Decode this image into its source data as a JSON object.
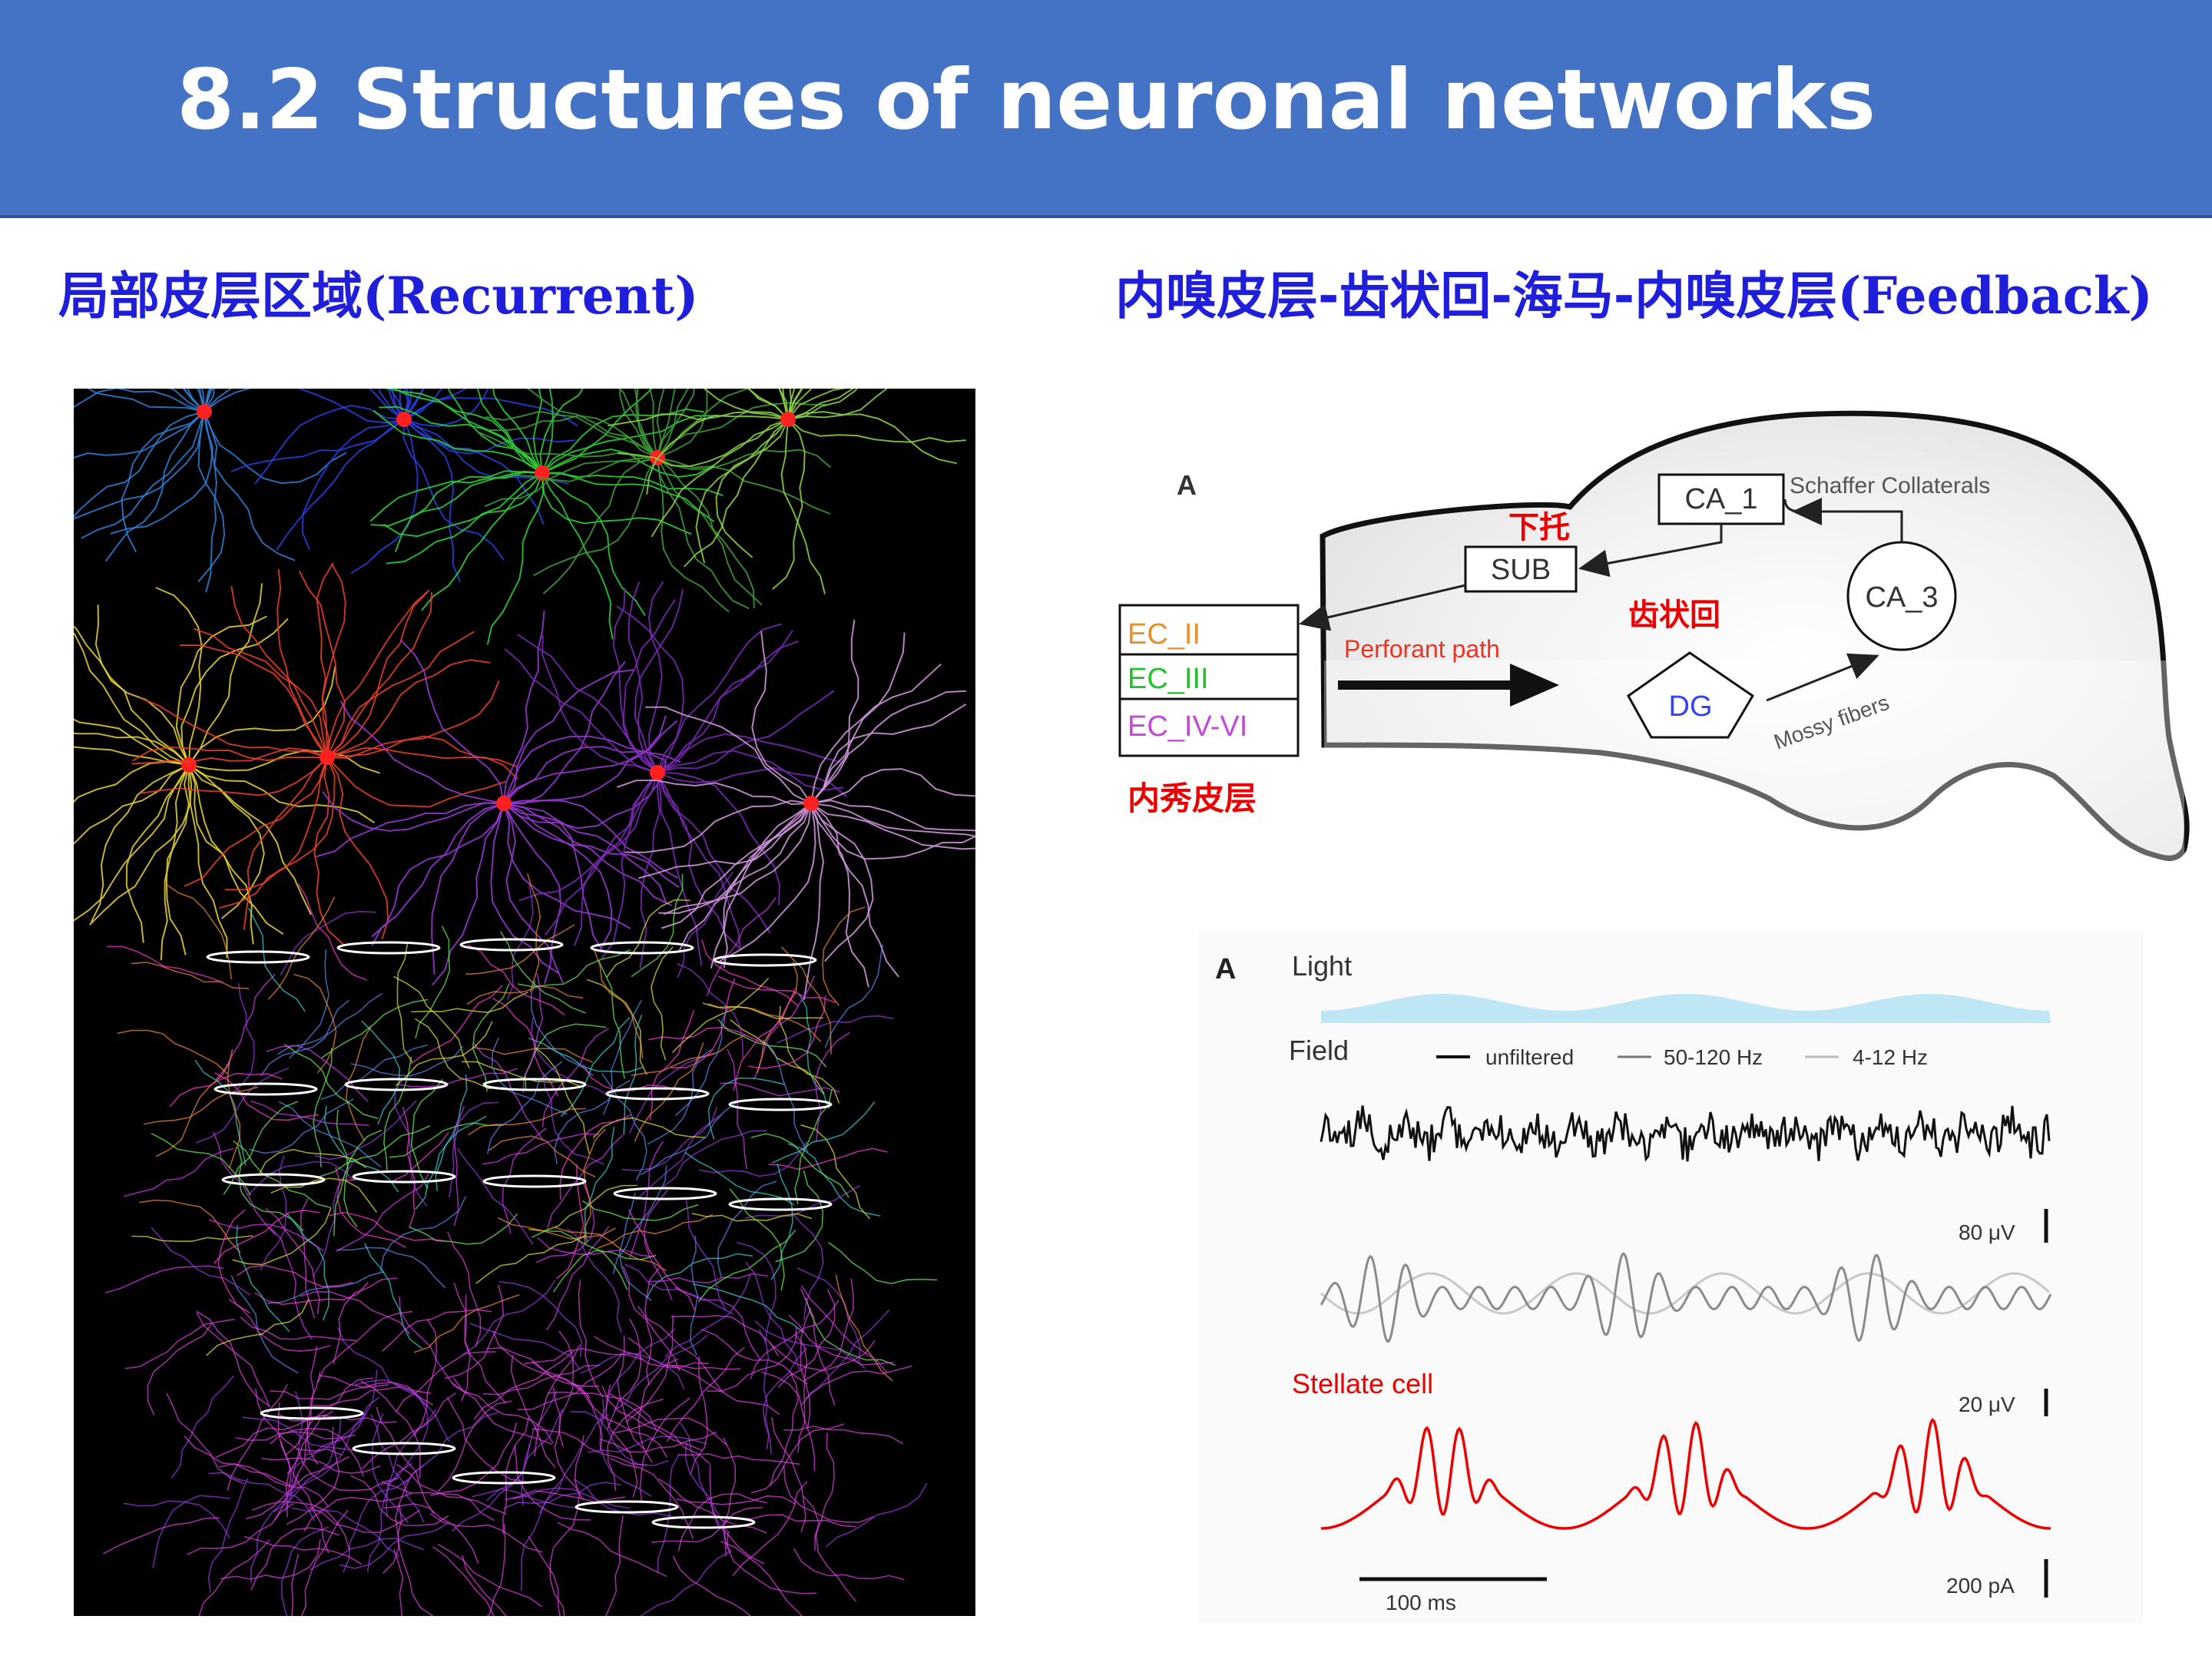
{
  "header": {
    "title": "8.2 Structures of neuronal networks",
    "bar_color": "#4472c4"
  },
  "left_section": {
    "heading_cn": "局部皮层区域",
    "heading_en": "(Recurrent)"
  },
  "right_section": {
    "heading_cn": "内嗅皮层-齿状回-海马-内嗅皮层",
    "heading_en": "(Feedback)"
  },
  "hippocampus_diagram": {
    "panel_letter": "A",
    "boxes": {
      "ca1": "CA_1",
      "sub": "SUB",
      "ca3": "CA_3",
      "dg": "DG"
    },
    "ec_layers": [
      "EC_II",
      "EC_III",
      "EC_IV-VI"
    ],
    "ec_layer_colors": [
      "#e8902a",
      "#22c32a",
      "#c24ad6"
    ],
    "labels": {
      "schaffer": "Schaffer Collaterals",
      "perforant": "Perforant path",
      "mossy": "Mossy fibers"
    },
    "annotations_cn": {
      "sub": "下托",
      "dg": "齿状回",
      "ec": "内秀皮层"
    },
    "annotation_color": "#ee0000"
  },
  "oscillation_figure": {
    "panel_letter": "A",
    "light_label": "Light",
    "field_label": "Field",
    "legend": [
      "unfiltered",
      "50-120 Hz",
      "4-12 Hz"
    ],
    "stellate_label": "Stellate cell",
    "scale_bars": [
      "80 μV",
      "20 μV",
      "200 pA"
    ],
    "time_scale": "100 ms",
    "light_color": "#bfe6f5",
    "stellate_color": "#ee0000"
  }
}
